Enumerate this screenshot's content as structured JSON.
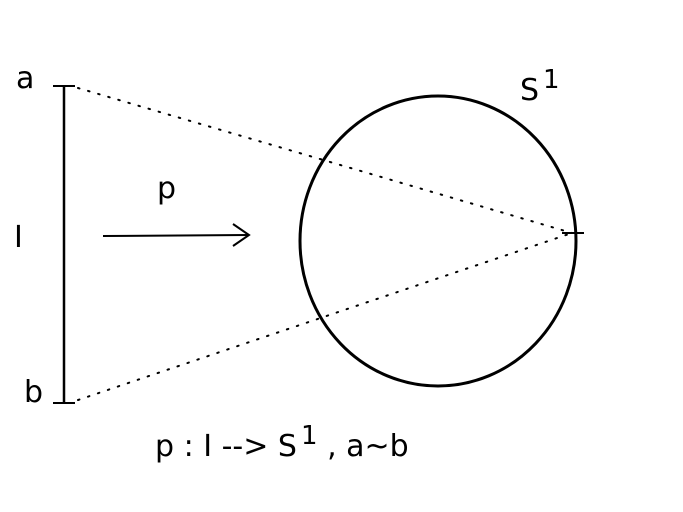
{
  "labels": {
    "endpoint_a": "a",
    "endpoint_b": "b",
    "interval": "I",
    "map": "p",
    "circle_base": "S",
    "circle_superscript": "1"
  },
  "caption": {
    "prefix": "p : I --> S",
    "superscript": "1",
    "suffix": " , a~b"
  },
  "colors": {
    "stroke": "#000000",
    "background": "#ffffff"
  }
}
